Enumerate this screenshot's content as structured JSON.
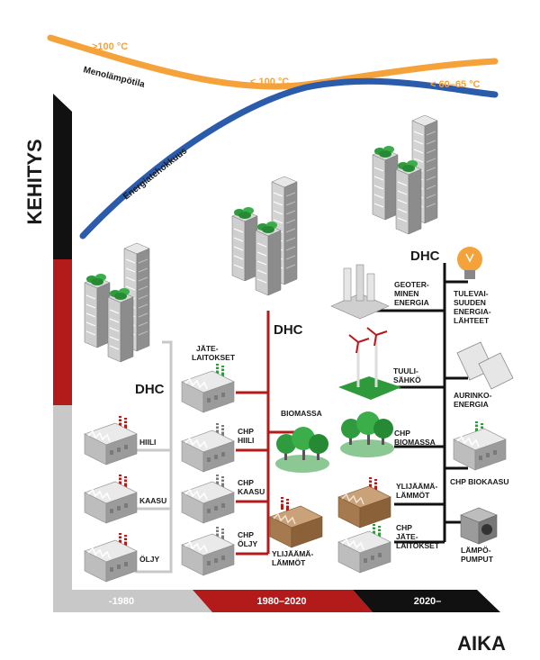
{
  "axes": {
    "y_label": "KEHITYS",
    "x_label": "AIKA"
  },
  "eras": [
    {
      "label": "-1980",
      "color": "#c8c8c8"
    },
    {
      "label": "1980–2020",
      "color": "#b31b1b"
    },
    {
      "label": "2020–",
      "color": "#111111"
    }
  ],
  "curves": {
    "supply_temp": {
      "label": "Menolämpötila",
      "color": "#f5a23a",
      "points": [
        ">100 °C",
        "< 100 °C",
        "< 60–65 °C"
      ]
    },
    "efficiency": {
      "label": "Energiatehokkuus",
      "color": "#2b5bab"
    }
  },
  "dhc_label": "DHC",
  "era1_sources": [
    "HIILI",
    "KAASU",
    "ÖLJY"
  ],
  "era2_sources": {
    "waste": [
      "JÄTE-",
      "LAITOKSET"
    ],
    "chp_coal": [
      "CHP",
      "HIILI"
    ],
    "chp_gas": [
      "CHP",
      "KAASU"
    ],
    "chp_oil": [
      "CHP",
      "ÖLJY"
    ],
    "biomass": [
      "BIOMASSA"
    ],
    "excess": [
      "YLIJÄÄMÄ-",
      "LÄMMÖT"
    ]
  },
  "era3_sources": {
    "geo": [
      "GEOTER-",
      "MINEN",
      "ENERGIA"
    ],
    "future": [
      "TULEVAI-",
      "SUUDEN",
      "ENERGIA-",
      "LÄHTEET"
    ],
    "wind": [
      "TUULI-",
      "SÄHKÖ"
    ],
    "solar": [
      "AURINKO-",
      "ENERGIA"
    ],
    "chp_bio": [
      "CHP",
      "BIOMASSA"
    ],
    "chp_biogas": [
      "CHP BIOKAASU"
    ],
    "excess": [
      "YLIJÄÄMÄ-",
      "LÄMMÖT"
    ],
    "heatpump": [
      "LÄMPÖ-",
      "PUMPUT"
    ],
    "chp_waste": [
      "CHP",
      "JÄTE-",
      "LAITOKSET"
    ]
  }
}
